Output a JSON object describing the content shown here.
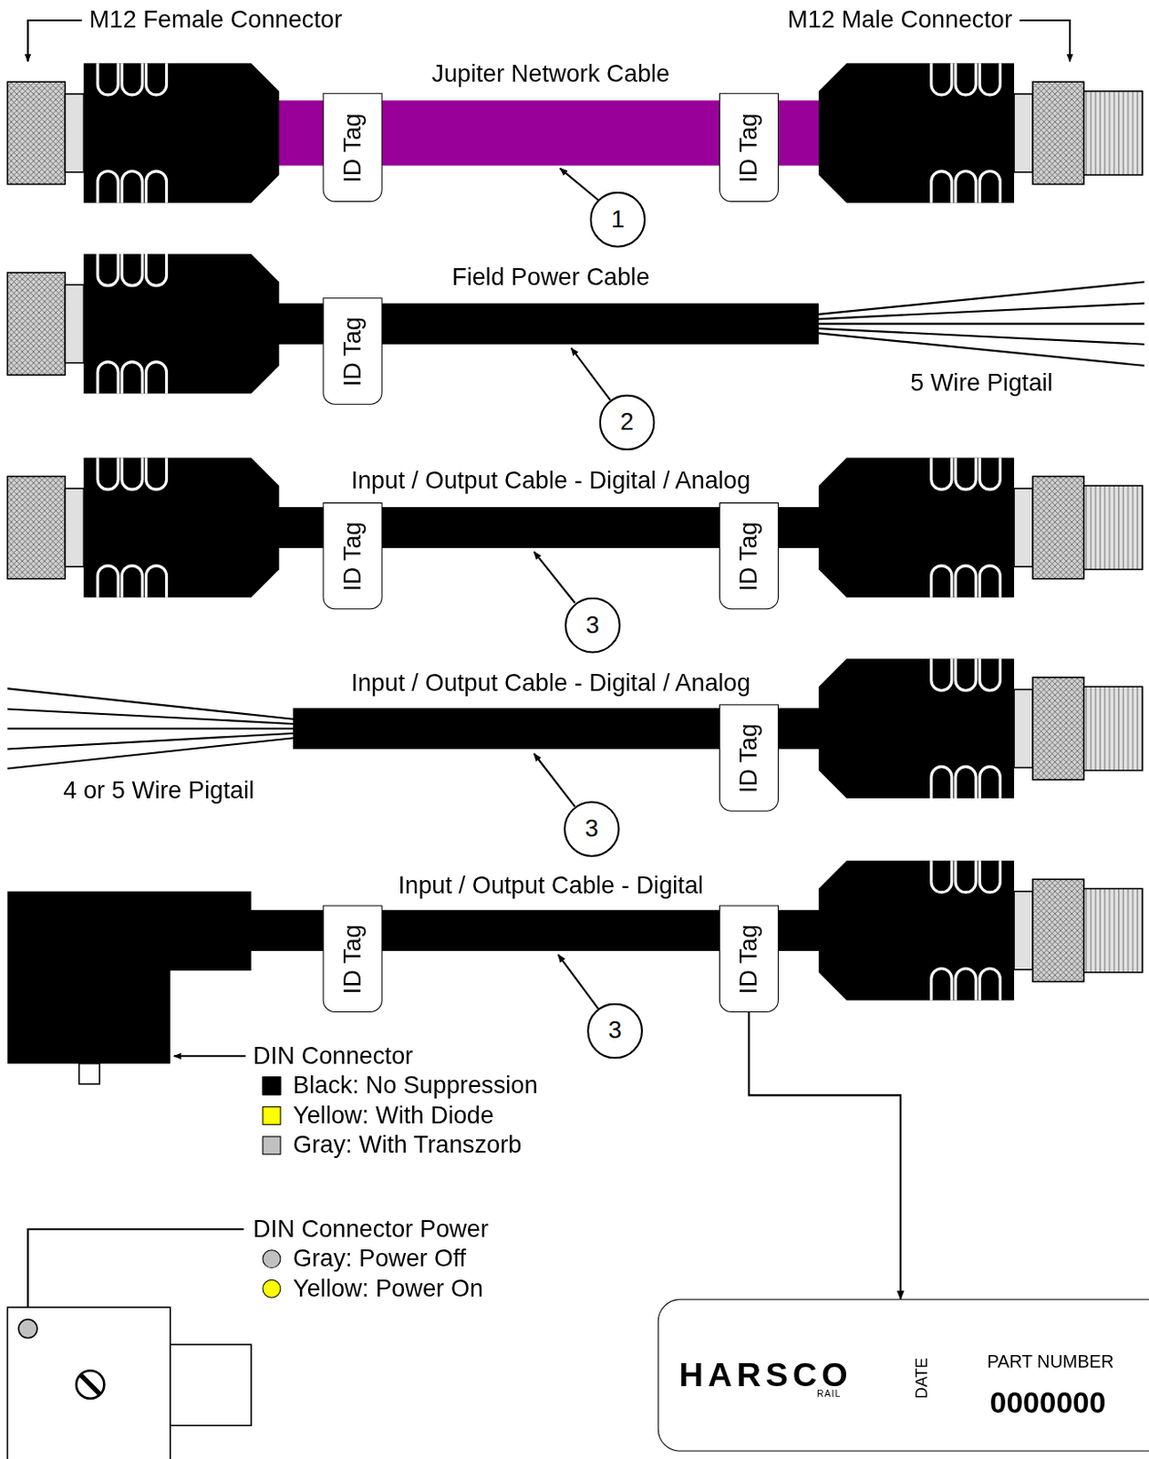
{
  "diagram": {
    "nodes": [
      {
        "text": [
          "ID Tag"
        ]
      },
      {
        "text": [
          "ID Tag"
        ]
      },
      {
        "text": [
          "1"
        ]
      },
      {
        "text": [
          "ID Tag"
        ]
      },
      {
        "text": [
          "2"
        ]
      },
      {
        "text": [
          "ID Tag"
        ]
      },
      {
        "text": [
          "ID Tag"
        ]
      },
      {
        "text": [
          "3"
        ]
      },
      {
        "text": [
          "ID Tag"
        ]
      },
      {
        "text": [
          "3"
        ]
      },
      {
        "text": [
          "ID Tag"
        ]
      },
      {
        "text": [
          "ID Tag"
        ]
      },
      {
        "text": [
          "3"
        ]
      },
      {
        "text": [
          "HARSCO",
          "RAIL",
          "DATE",
          "PART NUMBER",
          "0000000"
        ]
      }
    ],
    "edges": [
      {
        "from": 11,
        "to": 13,
        "arrow": "to"
      }
    ],
    "labels": [
      "M12 Female Connector",
      "M12 Male Connector",
      "Jupiter Network Cable",
      "Field Power Cable",
      "5 Wire Pigtail",
      "Input / Output Cable - Digital / Analog",
      "Input / Output Cable - Digital / Analog",
      "4 or 5 Wire Pigtail",
      "Input / Output Cable - Digital",
      "DIN Connector",
      "DIN Connector Power"
    ],
    "legend": [
      {
        "text": "Black: No Suppression",
        "color": "#000000"
      },
      {
        "text": "Yellow: With Diode",
        "color": "#ffff00"
      },
      {
        "text": "Gray: With Transzorb",
        "color": "#c0c0c0"
      },
      {
        "text": "Gray: Power Off",
        "color": "#c0c0c0"
      },
      {
        "text": "Yellow: Power On",
        "color": "#ffff00"
      }
    ]
  }
}
